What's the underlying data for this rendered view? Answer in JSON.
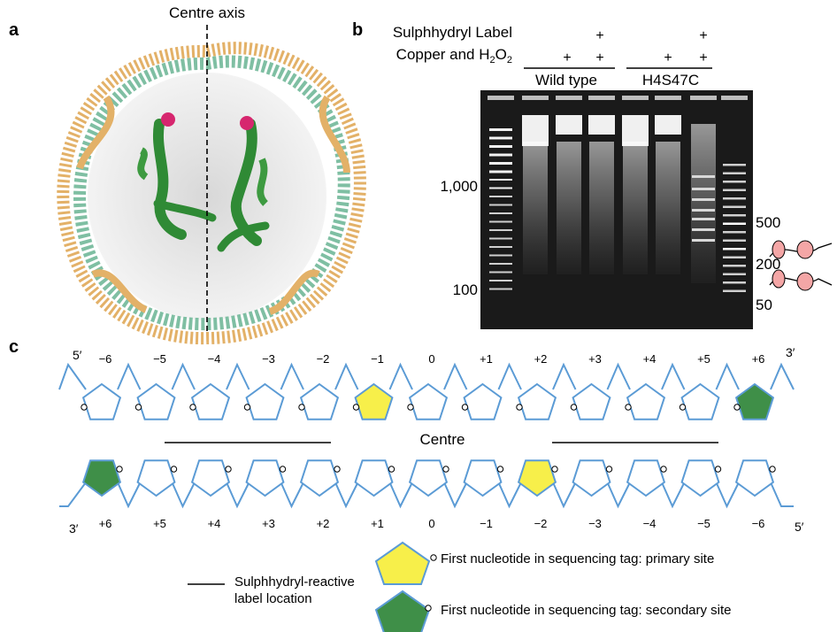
{
  "panel_a": {
    "letter": "a",
    "axis_label": "Centre axis",
    "colors": {
      "dna_strand_1": "#e3b168",
      "dna_strand_2": "#7fbfa3",
      "helix": "#2f8a35",
      "label_site": "#d6266e",
      "core": "#c8c8c8"
    }
  },
  "panel_b": {
    "letter": "b",
    "row1_label": "Sulphhydryl Label",
    "row2_label_main": "Copper and H",
    "row2_sub1": "2",
    "row2_mid": "O",
    "row2_sub2": "2",
    "plus": "+",
    "lane_marks": [
      {
        "label": "",
        "copper": ""
      },
      {
        "label": "",
        "copper": "+"
      },
      {
        "label": "+",
        "copper": "+"
      },
      {
        "label": "",
        "copper": ""
      },
      {
        "label": "",
        "copper": "+"
      },
      {
        "label": "+",
        "copper": "+"
      }
    ],
    "group_1": "Wild type",
    "group_2": "H4S47C",
    "left_ladder_labels": [
      "1,000",
      "100"
    ],
    "right_ladder_labels": [
      "500",
      "200",
      "50"
    ]
  },
  "panel_c": {
    "letter": "c",
    "top_strand": {
      "end_left": "5′",
      "end_right": "3′",
      "positions": [
        "−6",
        "−5",
        "−4",
        "−3",
        "−2",
        "−1",
        "0",
        "+1",
        "+2",
        "+3",
        "+4",
        "+5",
        "+6"
      ],
      "fills": [
        "none",
        "none",
        "none",
        "none",
        "none",
        "yellow",
        "none",
        "none",
        "none",
        "none",
        "none",
        "none",
        "green"
      ]
    },
    "bottom_strand": {
      "end_left": "3′",
      "end_right": "5′",
      "positions": [
        "+6",
        "+5",
        "+4",
        "+3",
        "+2",
        "+1",
        "0",
        "−1",
        "−2",
        "−3",
        "−4",
        "−5",
        "−6"
      ],
      "fills": [
        "green",
        "none",
        "none",
        "none",
        "none",
        "none",
        "none",
        "none",
        "yellow",
        "none",
        "none",
        "none",
        "none"
      ]
    },
    "centre_label": "Centre",
    "legend": {
      "line_label_1": "Sulphhydryl-reactive",
      "line_label_2": "label location",
      "primary": "First nucleotide in sequencing tag: primary site",
      "secondary": "First nucleotide in sequencing tag: secondary site"
    },
    "colors": {
      "backbone": "#5b9bd5",
      "yellow": "#f7ef4a",
      "green": "#3f8f48"
    }
  }
}
